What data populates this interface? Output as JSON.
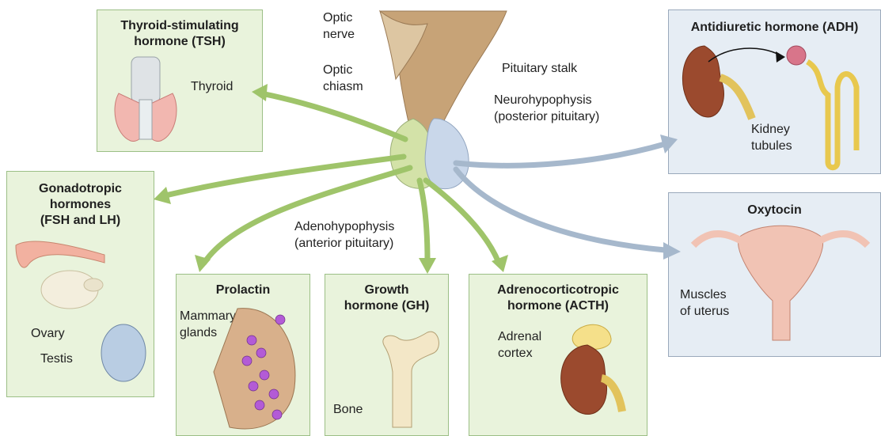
{
  "center": {
    "optic_nerve": "Optic\nnerve",
    "optic_chiasm": "Optic\nchiasm",
    "pituitary_stalk": "Pituitary stalk",
    "neurohypophysis": "Neurohypophysis\n(posterior pituitary)",
    "adenohypophysis": "Adenohypophysis\n(anterior pituitary)"
  },
  "boxes": {
    "tsh": {
      "title": "Thyroid-stimulating\nhormone (TSH)",
      "target": "Thyroid"
    },
    "gonadotropic": {
      "title": "Gonadotropic\nhormones\n(FSH and LH)",
      "target_1": "Ovary",
      "target_2": "Testis"
    },
    "prolactin": {
      "title": "Prolactin",
      "target": "Mammary\nglands"
    },
    "gh": {
      "title": "Growth\nhormone (GH)",
      "target": "Bone"
    },
    "acth": {
      "title": "Adrenocorticotropic\nhormone (ACTH)",
      "target": "Adrenal\ncortex"
    },
    "adh": {
      "title": "Antidiuretic hormone (ADH)",
      "target": "Kidney\ntubules"
    },
    "oxytocin": {
      "title": "Oxytocin",
      "target": "Muscles\nof uterus"
    }
  },
  "colors": {
    "anterior_arrow": "#9fc46a",
    "posterior_arrow": "#a6b8cc",
    "green_box_fill": "#e9f3dc",
    "blue_box_fill": "#e6edf4"
  }
}
